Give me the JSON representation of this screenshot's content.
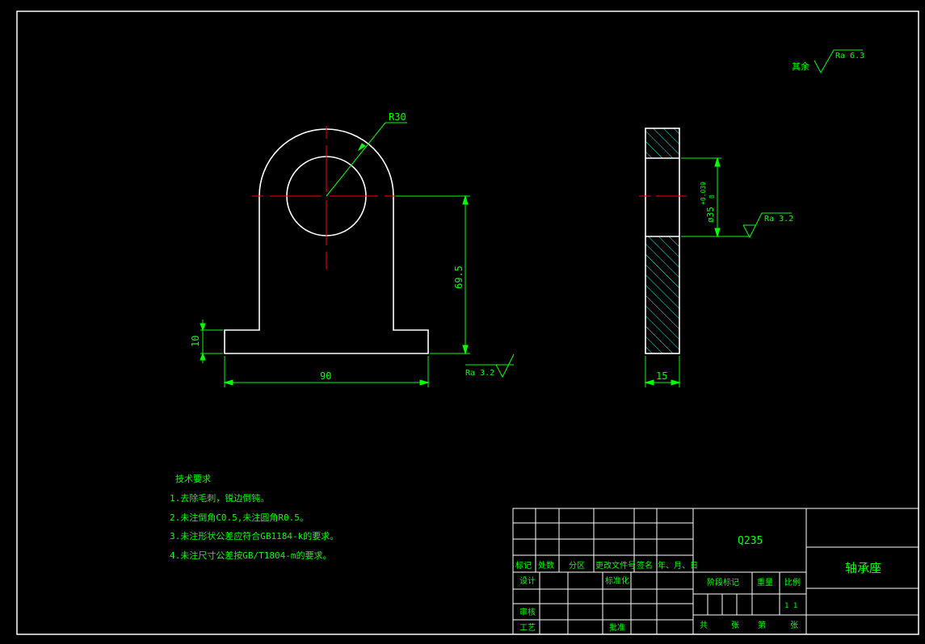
{
  "colors": {
    "background": "#000000",
    "outline": "#ffffff",
    "dimension": "#00ff00",
    "centerline": "#ff0000",
    "hatch": "#00ffff"
  },
  "roughness_other": {
    "label": "其余",
    "ra": "Ra 6.3"
  },
  "front_view": {
    "radius_label": "R30",
    "height_dim": "69.5",
    "base_height_dim": "10",
    "width_dim": "90",
    "ra_base": "Ra 3.2"
  },
  "side_view": {
    "thickness_dim": "15",
    "bore_dim": "ø35",
    "bore_tol_upper": "+0.039",
    "bore_tol_lower": "0",
    "ra_bore": "Ra 3.2"
  },
  "tech_requirements": {
    "title": "技术要求",
    "items": [
      "1.去除毛刺，锐边倒钝。",
      "2.未注倒角C0.5,未注圆角R0.5。",
      "3.未注形状公差应符合GB1184-k的要求。",
      "4.未注尺寸公差按GB/T1804-m的要求。"
    ]
  },
  "title_block": {
    "material": "Q235",
    "part_name": "轴承座",
    "header_cols": [
      "标记",
      "处数",
      "分区",
      "更改文件号",
      "签名",
      "年、月、日"
    ],
    "design": "设计",
    "standardize": "标准化",
    "stage_mark": "阶段标记",
    "weight": "重量",
    "scale": "比例",
    "review": "审核",
    "process": "工艺",
    "approve": "批准",
    "scale_marks": "1 1",
    "sheets_total": "共",
    "sheet_unit1": "张",
    "sheet_nth": "第",
    "sheet_unit2": "张"
  }
}
